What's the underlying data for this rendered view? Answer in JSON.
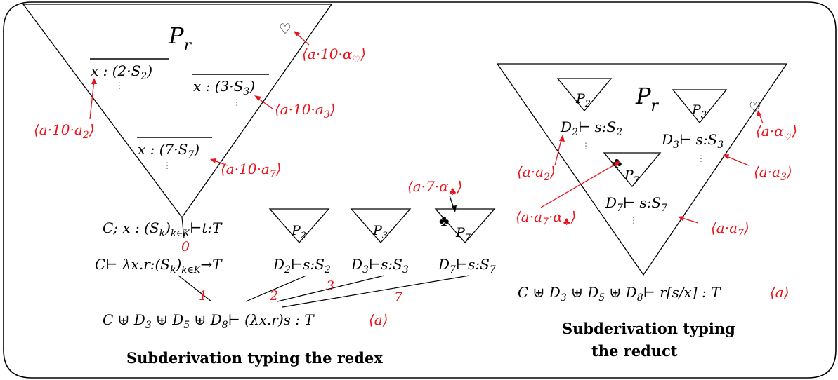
{
  "colors": {
    "frame": "#000000",
    "annotation": "#e8141b",
    "text": "#000000"
  },
  "left": {
    "proof_name": "P",
    "proof_sub": "r",
    "heart_icon": "heart-icon",
    "hyp2": "x : (2·S",
    "hyp2_sub": "2",
    "hyp3": "x : (3·S",
    "hyp3_sub": "3",
    "hyp7": "x : (7·S",
    "hyp7_sub": "7",
    "ann_heart": "⟨a·10·α",
    "ann_a2": "⟨a·10·a",
    "ann_a3": "⟨a·10·a",
    "ann_a7": "⟨a·10·a",
    "ann_club": "⟨a·7·α",
    "judg1": "C; x : (S",
    "judg1_sub": "k",
    "judg1_sub2": "k∈K",
    "judg1_rest": "⊢t:T",
    "judg2": "C⊢ λx.r:(S",
    "judg2_rest": "→T",
    "judg3": "C ⊎ D",
    "judg3_rest": "⊢ (λx.r)s : T",
    "ann_root": "⟨a⟩",
    "sub_triangles": [
      {
        "name": "P",
        "sub": "2"
      },
      {
        "name": "P",
        "sub": "3"
      },
      {
        "name": "P",
        "sub": "7"
      }
    ],
    "premises": [
      {
        "d": "D",
        "sub": "2",
        "rest": "⊢s:S",
        "rs": "2"
      },
      {
        "d": "D",
        "sub": "3",
        "rest": "⊢s:S",
        "rs": "3"
      },
      {
        "d": "D",
        "sub": "7",
        "rest": "⊢s:S",
        "rs": "7"
      }
    ],
    "edge_labels": [
      "0",
      "1",
      "2",
      "3",
      "7"
    ],
    "caption": "Subderivation typing the redex"
  },
  "right": {
    "proof_name": "P",
    "proof_sub": "r",
    "ann_heart": "⟨a·α",
    "ann_a2": "⟨a·a",
    "ann_a3": "⟨a·a",
    "ann_a7c": "⟨a·a",
    "ann_a7": "⟨a·a",
    "conclusion": "C ⊎ D",
    "conclusion_rest": "⊢ r[s/x] : T",
    "ann_root": "⟨a⟩",
    "caption_line1": "Subderivation typing",
    "caption_line2": "the reduct"
  }
}
